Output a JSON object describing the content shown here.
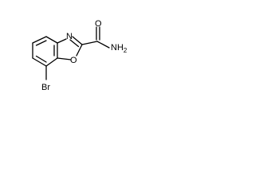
{
  "molecule": {
    "atom_labels": {
      "nitrogen": "N",
      "oxygen_ring": "O",
      "oxygen_carbonyl": "O",
      "amide_n": "NH",
      "amide_subscript": "2",
      "bromine": "Br"
    },
    "colors": {
      "bond": "#000000",
      "label": "#000000",
      "background": "#ffffff"
    }
  }
}
